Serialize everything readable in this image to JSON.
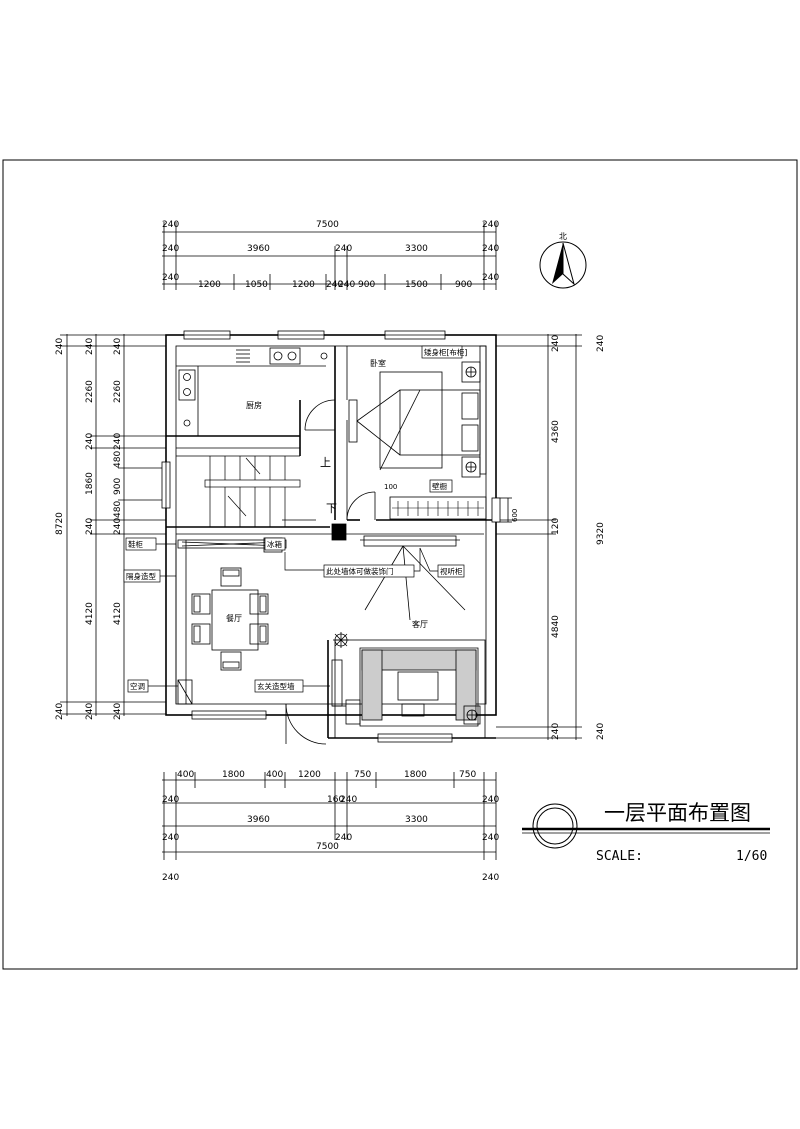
{
  "title": "一层平面布置图",
  "scale": {
    "label": "SCALE:",
    "value": "1/60"
  },
  "north": "北",
  "dims": {
    "top_overall": [
      "240",
      "7500",
      "240"
    ],
    "top_mid": [
      "240",
      "3960",
      "240",
      "3300",
      "240"
    ],
    "top_detail": [
      "240",
      "1200",
      "1050",
      "1200",
      "240",
      "240",
      "900",
      "1500",
      "900",
      "240"
    ],
    "bottom_detail": [
      "400",
      "1800",
      "400",
      "1200",
      "750",
      "1800",
      "750"
    ],
    "bottom_mid": [
      "240",
      "160",
      "240",
      "240"
    ],
    "bottom_low": [
      "240",
      "3960",
      "240",
      "3300",
      "240"
    ],
    "bottom_overall": [
      "240",
      "7500",
      "240"
    ],
    "left_outer": [
      "240",
      "8720",
      "240"
    ],
    "left_mid": [
      "240",
      "2260",
      "240",
      "1860",
      "240",
      "4120",
      "240"
    ],
    "left_inner": [
      "240",
      "2260",
      "240",
      "480",
      "900",
      "480",
      "240",
      "4120",
      "240"
    ],
    "right_inner": [
      "240",
      "4360",
      "120",
      "4840",
      "240"
    ],
    "right_outer": [
      "240",
      "9320",
      "240"
    ],
    "right_window": "600",
    "misc_100": "100"
  },
  "rooms": {
    "kitchen": "厨房",
    "bedroom": "卧室",
    "living": "客厅",
    "dining": "餐厅"
  },
  "callouts": {
    "wardrobe": "矮身柜[布柜]",
    "closet": "壁橱",
    "fridge": "冰箱",
    "shoe_cabinet": "鞋柜",
    "partition": "隔身造型",
    "ac": "空调",
    "note_wall": "此处墙体可做装饰门",
    "tv_cabinet": "视听柜",
    "entry_wall": "玄关造型墙"
  },
  "stairs": {
    "up": "上",
    "down": "下"
  }
}
